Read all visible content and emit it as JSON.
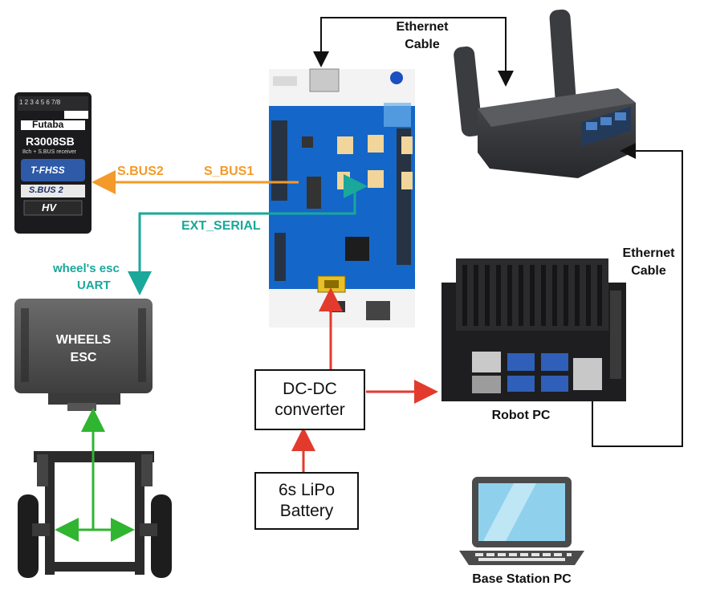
{
  "colors": {
    "orange": "#f39a2b",
    "teal": "#1aa89a",
    "red": "#e23b2e",
    "green": "#2fb52f",
    "black": "#111111"
  },
  "receiver": {
    "brand": "Futaba",
    "model": "R3008SB",
    "sub": "8ch + S.BUS receiver",
    "fhss": "T-FHSS",
    "sbus": "S.BUS 2",
    "hv": "HV",
    "channels": "1 2 3 4 5 6 7/8"
  },
  "esc": {
    "line1": "WHEELS",
    "line2": "ESC"
  },
  "router_eth": {
    "line1": "Ethernet",
    "line2": "Cable"
  },
  "pc_eth": {
    "line1": "Ethernet",
    "line2": "Cable"
  },
  "labels": {
    "sbus2": "S.BUS2",
    "sbus1": "S_BUS1",
    "ext_serial": "EXT_SERIAL",
    "wheels_esc_uart_1": "wheel's esc",
    "wheels_esc_uart_2": "UART"
  },
  "dcdc": {
    "line1": "DC-DC",
    "line2": "converter"
  },
  "battery": {
    "line1": "6s LiPo",
    "line2": "Battery"
  },
  "robot_pc": "Robot PC",
  "base_station": "Base Station PC"
}
